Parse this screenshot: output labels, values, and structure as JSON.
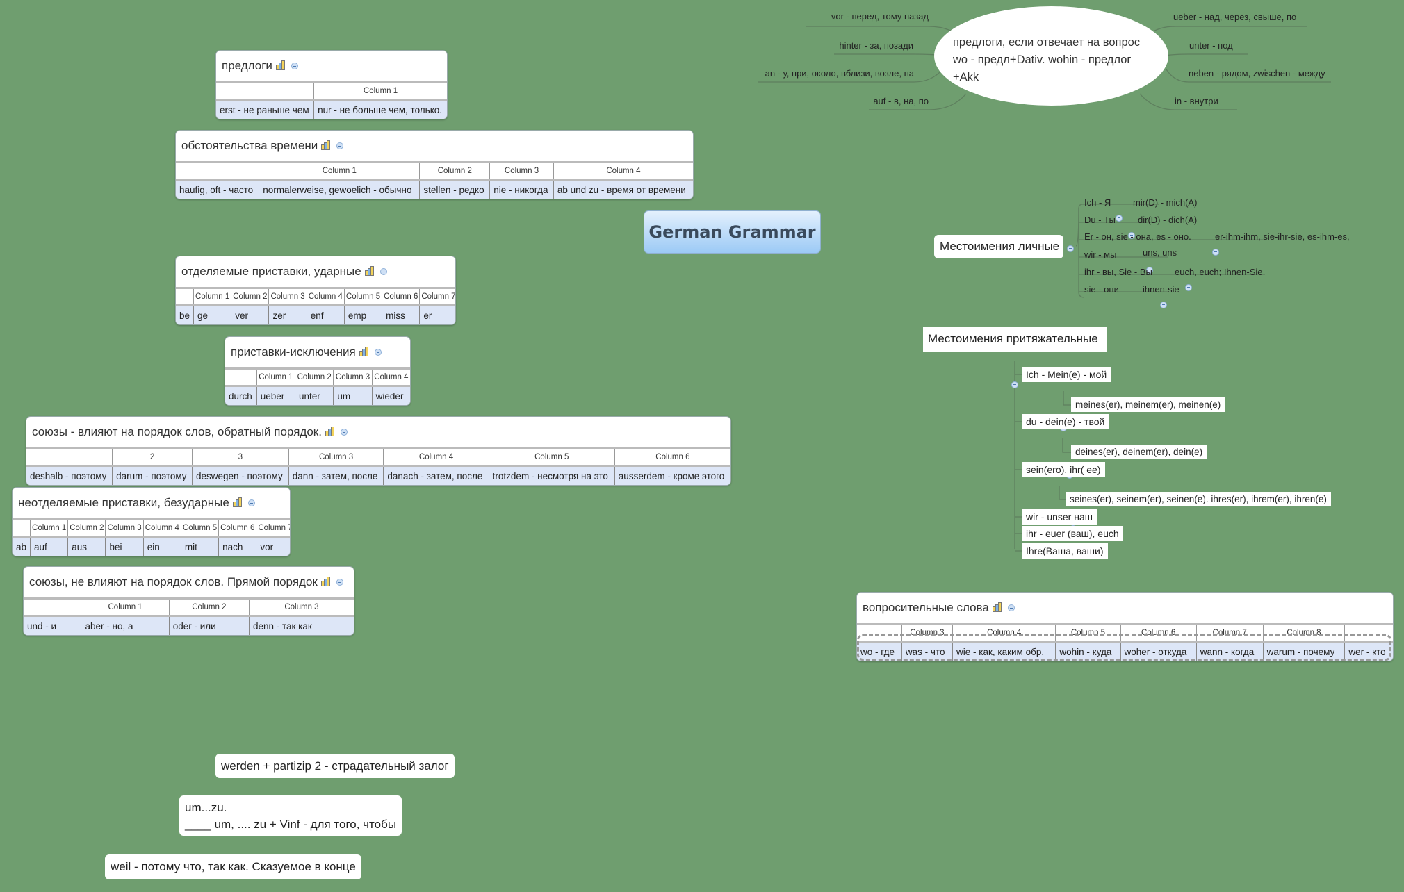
{
  "central_topic": "German Grammar",
  "colors": {
    "background": "#6f9e6f",
    "table_row": "#dde6f7",
    "central_gradient_top": "#e3f0fd",
    "central_gradient_bottom": "#9ccaf5"
  },
  "icons": {
    "table_icon": "bar-chart-icon",
    "collapse_icon": "collapse-minus-icon"
  },
  "tables": [
    {
      "id": "predlogi",
      "title": "предлоги",
      "headers": [
        "",
        "Column 1"
      ],
      "row": [
        "erst - не раньше чем",
        "nur - не больше чем, только."
      ]
    },
    {
      "id": "time",
      "title": "обстоятельства времени",
      "headers": [
        "",
        "Column 1",
        "Column 2",
        "Column 3",
        "Column 4"
      ],
      "row": [
        "haufig, oft - часто",
        "normalerweise, gewoelich - обычно",
        "stellen - редко",
        "nie - никогда",
        "ab und zu - время от времени"
      ]
    },
    {
      "id": "separable",
      "title": "отделяемые приставки, ударные",
      "headers": [
        "",
        "Column 1",
        "Column 2",
        "Column 3",
        "Column 4",
        "Column 5",
        "Column 6",
        "Column 7"
      ],
      "row": [
        "be",
        "ge",
        "ver",
        "zer",
        "enf",
        "emp",
        "miss",
        "er"
      ]
    },
    {
      "id": "exceptions",
      "title": "приставки-исключения",
      "headers": [
        "",
        "Column 1",
        "Column 2",
        "Column 3",
        "Column 4"
      ],
      "row": [
        "durch",
        "ueber",
        "unter",
        "um",
        "wieder"
      ]
    },
    {
      "id": "conj_inverse",
      "title": "союзы - влияют на порядок слов, обратный порядок.",
      "headers": [
        "",
        "2",
        "3",
        "Column 3",
        "Column 4",
        "Column 5",
        "Column 6"
      ],
      "row": [
        "deshalb - поэтому",
        "darum - поэтому",
        "deswegen - поэтому",
        "dann - затем, после",
        "danach - затем, после",
        "trotzdem - несмотря на это",
        "ausserdem - кроме этого"
      ]
    },
    {
      "id": "inseparable",
      "title": "неотделяемые приставки, безударные",
      "headers": [
        "",
        "Column 1",
        "Column 2",
        "Column 3",
        "Column 4",
        "Column 5",
        "Column 6",
        "Column 7"
      ],
      "row": [
        "ab",
        "auf",
        "aus",
        "bei",
        "ein",
        "mit",
        "nach",
        "vor"
      ]
    },
    {
      "id": "conj_direct",
      "title": "союзы, не влияют на порядок слов. Прямой порядок",
      "headers": [
        "",
        "Column 1",
        "Column 2",
        "Column 3"
      ],
      "row": [
        "und - и",
        "aber - но, а",
        "oder - или",
        "denn - так как"
      ]
    },
    {
      "id": "questions",
      "title": "вопросительные слова",
      "headers": [
        "",
        "Column 3",
        "Column 4",
        "Column 5",
        "Column 6",
        "Column 7",
        "Column 8",
        ""
      ],
      "row": [
        "wo - где",
        "was - что",
        "wie - как, каким обр.",
        "wohin - куда",
        "woher - откуда",
        "wann - когда",
        "warum - почему",
        "wer - кто"
      ]
    }
  ],
  "prepositions_topic": {
    "text_lines": [
      "предлоги, если отвечает на вопрос",
      "wo - предл+Dativ. wohin - предлог",
      "+Akk"
    ],
    "left": [
      "vor - перед, тому назад",
      "hinter - за, позади",
      "an - у, при, около, вблизи, возле, на",
      "auf - в, на, по"
    ],
    "right": [
      "ueber - над, через, свыше, по",
      "unter - под",
      "neben - рядом, zwischen - между",
      "in - внутри"
    ]
  },
  "personal_pronouns": {
    "title": "Местоимения личные",
    "items": [
      {
        "label": "Ich - Я",
        "forms": "mir(D) - mich(A)"
      },
      {
        "label": "Du - Ты",
        "forms": "dir(D) - dich(A)"
      },
      {
        "label": "Er - он, sie - она, es - оно.",
        "forms": "er-ihm-ihm, sie-ihr-sie, es-ihm-es,"
      },
      {
        "label": "wir - мы",
        "forms": "uns, uns"
      },
      {
        "label": "ihr - вы, Sie - Вы",
        "forms": "euch, euch; Ihnen-Sie"
      },
      {
        "label": "sie - они",
        "forms": "ihnen-sie"
      }
    ]
  },
  "possessive_pronouns": {
    "title": "Местоимения притяжательные",
    "items": [
      {
        "label": "Ich - Mein(e) - мой",
        "child": "meines(er), meinem(er), meinen(e)"
      },
      {
        "label": "du - dein(e) - твой",
        "child": "deines(er), deinem(er), dein(e)"
      },
      {
        "label": "sein(его), ihr( ее)",
        "child": "seines(er), seinem(er), seinen(e). ihres(er), ihrem(er), ihren(e)"
      },
      {
        "label": "wir - unser наш"
      },
      {
        "label": "ihr - euer (ваш), euch"
      },
      {
        "label": "Ihre(Ваша, ваши)"
      }
    ]
  },
  "notes": [
    {
      "lines": [
        "werden + partizip 2 - страдательный залог"
      ]
    },
    {
      "lines": [
        "um...zu.",
        "____ um, .... zu + Vinf - для того, чтобы"
      ]
    },
    {
      "lines": [
        "weil - потому что, так как. Сказуемое в конце"
      ]
    }
  ]
}
